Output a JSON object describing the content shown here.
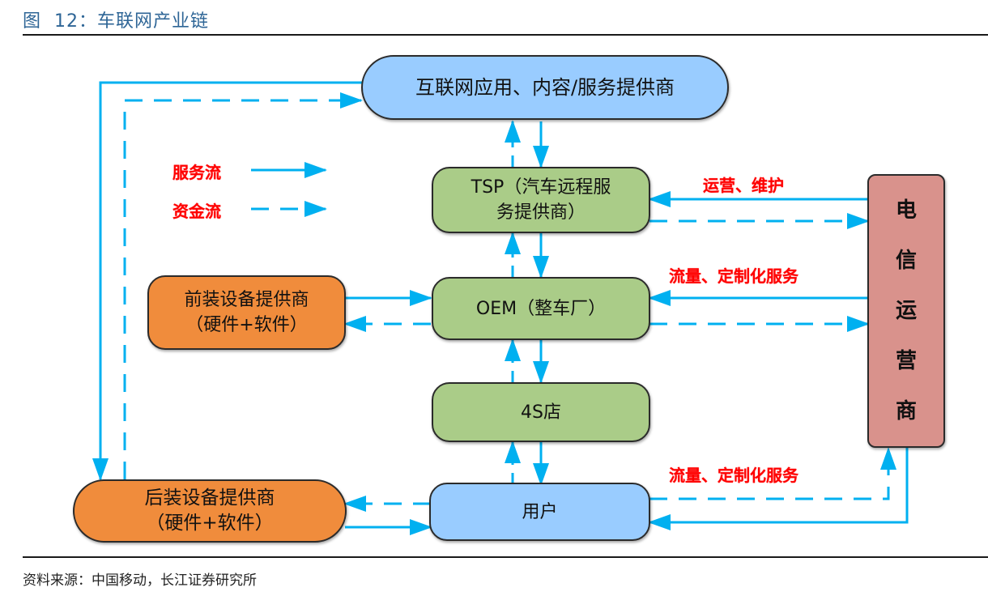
{
  "figure": {
    "title": "图  12：车联网产业链",
    "source": "资料来源：中国移动，长江证券研究所"
  },
  "legend": {
    "service_flow": "服务流",
    "capital_flow": "资金流"
  },
  "nodes": {
    "internet": "互联网应用、内容/服务提供商",
    "tsp_line1": "TSP（汽车远程服",
    "tsp_line2": "务提供商）",
    "oem": "OEM（整车厂）",
    "front_line1": "前装设备提供商",
    "front_line2": "（硬件+软件）",
    "shop": "4S店",
    "rear_line1": "后装设备提供商",
    "rear_line2": "（硬件+软件）",
    "user": "用户",
    "telecom": [
      "电",
      "信",
      "运",
      "营",
      "商"
    ]
  },
  "edge_labels": {
    "ops_maintenance": "运营、维护",
    "traffic_custom_oem": "流量、定制化服务",
    "traffic_custom_user": "流量、定制化服务"
  },
  "colors": {
    "arrow": "#00b0f0",
    "label_red": "#ff0000",
    "node_blue": "#99ccff",
    "node_green": "#aacc88",
    "node_orange": "#f08c3c",
    "node_red": "#d9928c"
  }
}
